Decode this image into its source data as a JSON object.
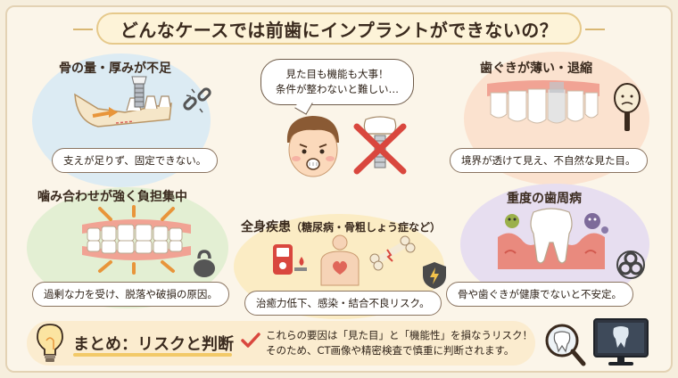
{
  "title": "どんなケースでは前歯にインプラントができないの？",
  "panels": {
    "bone": {
      "heading": "骨の量・厚みが不足",
      "caption": "支えが足りず、固定できない。",
      "icons": [
        "jawbone-icon",
        "implant-icon",
        "broken-chain-icon"
      ]
    },
    "gum": {
      "heading": "歯ぐきが薄い・退縮",
      "caption": "境界が透けて見え、不自然な見た目。",
      "icons": [
        "teeth-gums-icon",
        "hand-mirror-icon"
      ]
    },
    "bite": {
      "heading": "噛み合わせが強く負担集中",
      "caption": "過剰な力を受け、脱落や破損の原因。",
      "icons": [
        "clenched-teeth-icon",
        "kettlebell-icon"
      ]
    },
    "systemic": {
      "heading": "全身疾患",
      "heading_note": "（糖尿病・骨粗しょう症など）",
      "caption": "治癒力低下、感染・結合不良リスク。",
      "icons": [
        "glucose-meter-icon",
        "body-heart-icon",
        "cracked-bone-icon",
        "shield-warning-icon"
      ]
    },
    "perio": {
      "heading": "重度の歯周病",
      "caption": "骨や歯ぐきが健康でないと不安定。",
      "icons": [
        "inflamed-tooth-icon",
        "bacteria-icon",
        "biohazard-icon"
      ]
    }
  },
  "center": {
    "speech_line1": "見た目も機能も大事！",
    "speech_line2": "条件が整わないと難しい…",
    "icons": [
      "worried-boy-icon",
      "crossed-implant-icon"
    ]
  },
  "summary": {
    "title": "まとめ：リスクと判断",
    "text_line1": "これらの要因は「見た目」と「機能性」を損なうリスク！",
    "text_line2": "そのため、CT画像や精密検査で慎重に判断されます。",
    "icons": [
      "lightbulb-icon",
      "check-icon",
      "magnifier-tooth-icon",
      "xray-monitor-icon"
    ]
  },
  "colors": {
    "blue_blob": "#dcebf3",
    "peach_blob": "#fbe2cf",
    "green_blob": "#e3efd3",
    "yellow_blob": "#fbecc4",
    "purple_blob": "#e7def0",
    "gum_red": "#e98a7e",
    "accent_orange": "#e8953a"
  }
}
